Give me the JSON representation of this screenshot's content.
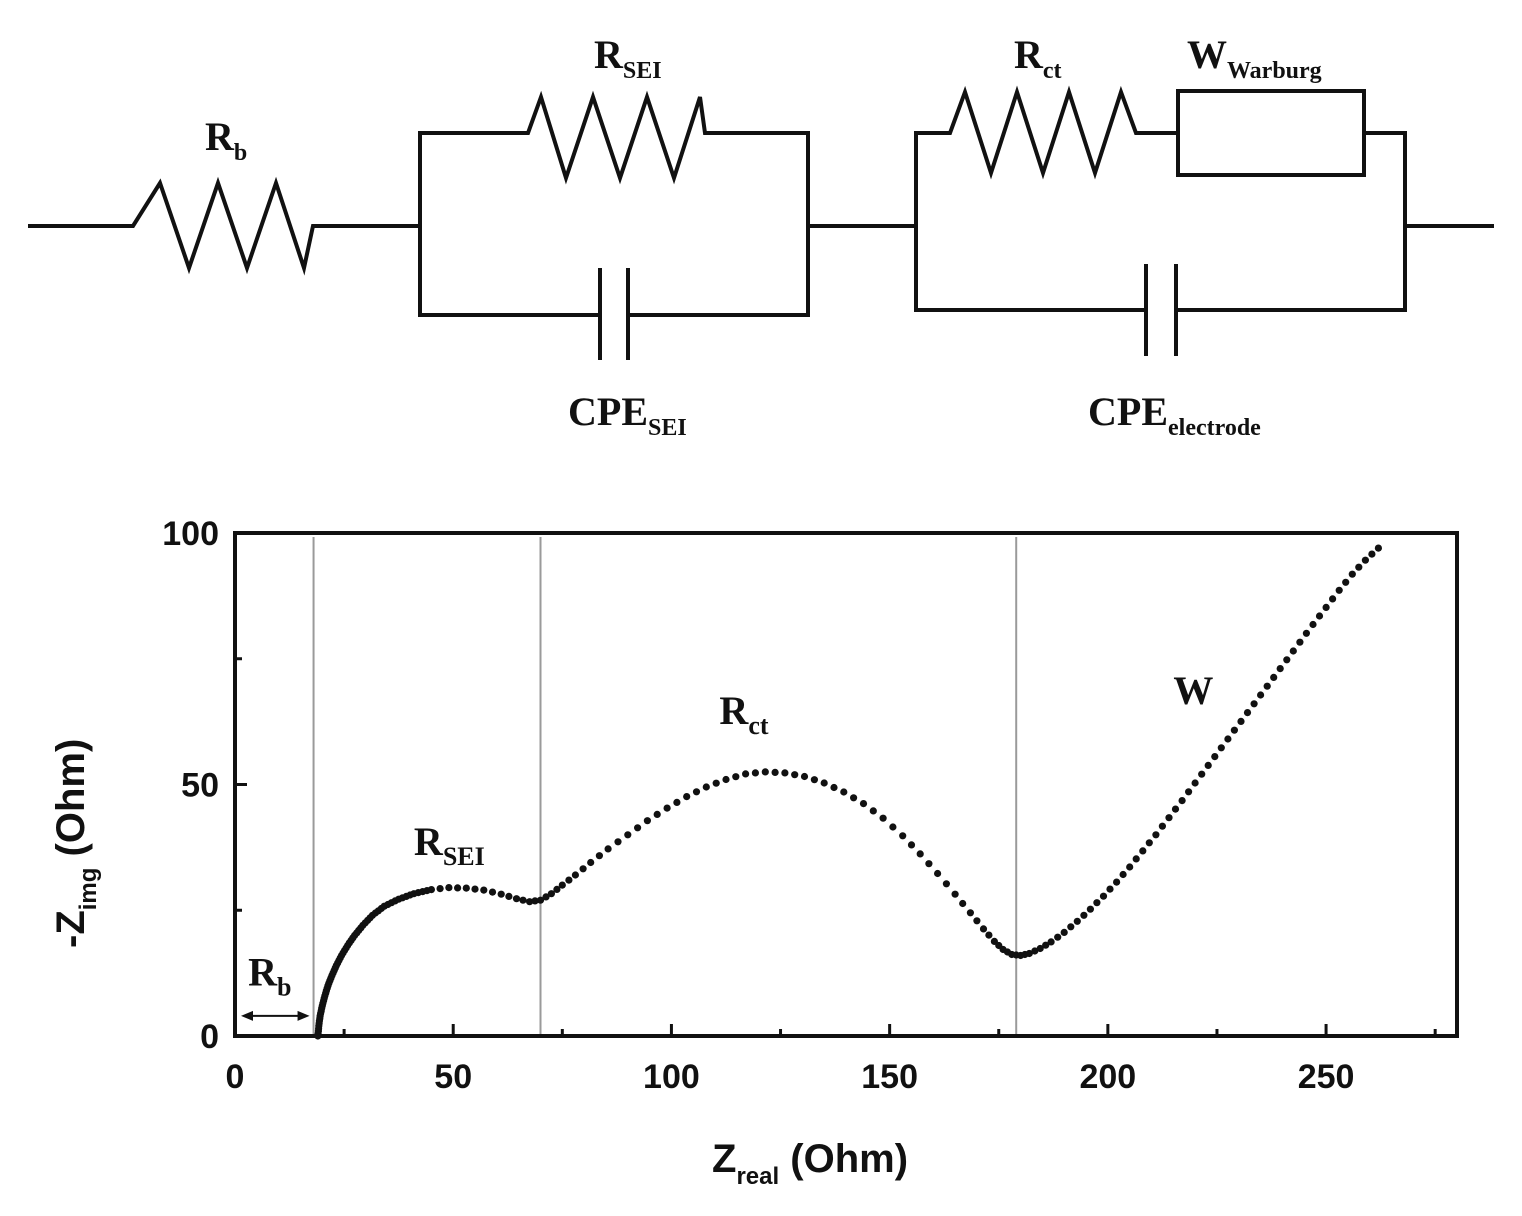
{
  "circuit": {
    "r_b": {
      "main": "R",
      "sub": "b"
    },
    "r_sei": {
      "main": "R",
      "sub": "SEI"
    },
    "cpe_sei": {
      "main": "CPE",
      "sub": "SEI"
    },
    "r_ct": {
      "main": "R",
      "sub": "ct"
    },
    "w_warburg": {
      "main": "W",
      "sub": "Warburg"
    },
    "cpe_electrode": {
      "main": "CPE",
      "sub": "electrode"
    }
  },
  "chart_data": {
    "type": "scatter",
    "title": "",
    "xlabel": {
      "main": "Z",
      "sub": "real",
      "rest": " (Ohm)"
    },
    "ylabel": {
      "main": "-Z",
      "sub": "img",
      "rest": " (Ohm)"
    },
    "xlim": [
      0,
      280
    ],
    "ylim": [
      0,
      100
    ],
    "xticks": [
      0,
      50,
      100,
      150,
      200,
      250
    ],
    "yticks": [
      0,
      50,
      100
    ],
    "grid": false,
    "reference_lines_x": [
      18,
      70,
      179
    ],
    "annotations": [
      {
        "id": "rb",
        "main": "R",
        "sub": "b",
        "x": 3,
        "y": 10
      },
      {
        "id": "rsei",
        "main": "R",
        "sub": "SEI",
        "x": 41,
        "y": 36
      },
      {
        "id": "rct",
        "main": "R",
        "sub": "ct",
        "x": 111,
        "y": 62
      },
      {
        "id": "w",
        "main": "W",
        "sub": "",
        "x": 215,
        "y": 66
      }
    ],
    "rb_span": [
      0,
      18
    ],
    "series": [
      {
        "values": [
          [
            19,
            0
          ],
          [
            19.2,
            2
          ],
          [
            19.5,
            4
          ],
          [
            20,
            6
          ],
          [
            20.6,
            8
          ],
          [
            21.3,
            10
          ],
          [
            22.2,
            12
          ],
          [
            23.2,
            14
          ],
          [
            24.4,
            16
          ],
          [
            25.8,
            18
          ],
          [
            27.4,
            20
          ],
          [
            29.3,
            22
          ],
          [
            31.5,
            24
          ],
          [
            34.2,
            25.8
          ],
          [
            37.5,
            27.2
          ],
          [
            41,
            28.3
          ],
          [
            45,
            29.1
          ],
          [
            49,
            29.5
          ],
          [
            53,
            29.4
          ],
          [
            57,
            29
          ],
          [
            61,
            28.2
          ],
          [
            64.5,
            27.3
          ],
          [
            67.5,
            26.7
          ],
          [
            70,
            27
          ],
          [
            72.5,
            28.3
          ],
          [
            75,
            30
          ],
          [
            78,
            32
          ],
          [
            81.5,
            34.5
          ],
          [
            85.5,
            37.2
          ],
          [
            90,
            40
          ],
          [
            94.5,
            42.8
          ],
          [
            99,
            45.3
          ],
          [
            103.5,
            47.6
          ],
          [
            108,
            49.5
          ],
          [
            112.5,
            51
          ],
          [
            117,
            52.1
          ],
          [
            121.5,
            52.5
          ],
          [
            126,
            52.3
          ],
          [
            130.5,
            51.6
          ],
          [
            135,
            50.3
          ],
          [
            139.5,
            48.5
          ],
          [
            144,
            46.2
          ],
          [
            148.5,
            43.3
          ],
          [
            153,
            39.8
          ],
          [
            157,
            36.2
          ],
          [
            161,
            32.3
          ],
          [
            165,
            28.2
          ],
          [
            168.5,
            24.5
          ],
          [
            171.5,
            21.3
          ],
          [
            174,
            18.8
          ],
          [
            176,
            17.2
          ],
          [
            178,
            16.2
          ],
          [
            180,
            16
          ],
          [
            182,
            16.4
          ],
          [
            184.5,
            17.4
          ],
          [
            187,
            18.7
          ],
          [
            190,
            20.6
          ],
          [
            193,
            22.8
          ],
          [
            196,
            25.2
          ],
          [
            199,
            27.8
          ],
          [
            202,
            30.6
          ],
          [
            205,
            33.6
          ],
          [
            208,
            36.8
          ],
          [
            211,
            40
          ],
          [
            214,
            43.4
          ],
          [
            217,
            46.8
          ],
          [
            220,
            50.3
          ],
          [
            223,
            53.8
          ],
          [
            226,
            57.3
          ],
          [
            229,
            60.8
          ],
          [
            232,
            64.3
          ],
          [
            235,
            67.8
          ],
          [
            238,
            71.3
          ],
          [
            241,
            74.8
          ],
          [
            244,
            78.3
          ],
          [
            247,
            81.8
          ],
          [
            250,
            85.2
          ],
          [
            253,
            88.6
          ],
          [
            256,
            91.8
          ],
          [
            259,
            94.6
          ],
          [
            262,
            97
          ]
        ]
      }
    ]
  }
}
